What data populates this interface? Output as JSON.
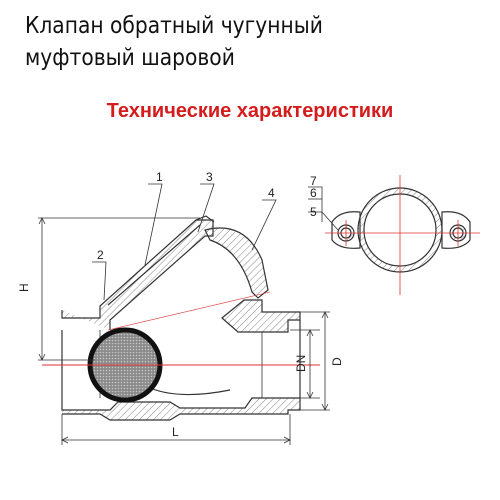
{
  "title": {
    "line1": "Клапан обратный чугунный",
    "line2": "муфтовый шаровой"
  },
  "subtitle": "Технические характеристики",
  "callouts": [
    "1",
    "2",
    "3",
    "4",
    "5",
    "6",
    "7"
  ],
  "dimensions": {
    "height": "H",
    "length": "L",
    "nominal_diameter": "DN",
    "diameter": "D"
  },
  "colors": {
    "subtitle": "#d41c1c",
    "centerline": "#e03030",
    "outline": "#333333",
    "ball": "#9a9a9a"
  }
}
